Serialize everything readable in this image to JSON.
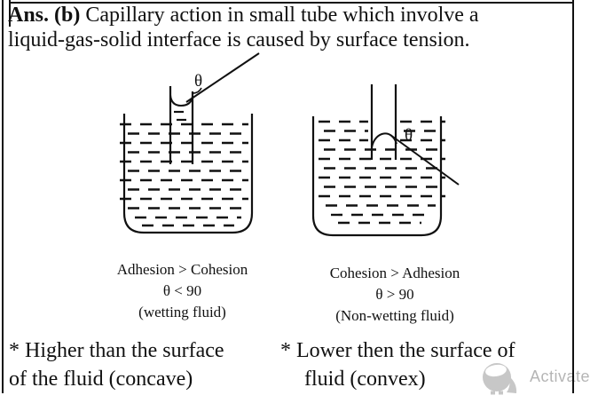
{
  "header": {
    "label": "Ans. (b)",
    "line1": "Capillary action in small tube which involve a",
    "line2": "liquid-gas-solid interface is caused by surface tension."
  },
  "diagram_left": {
    "theta_label": "θ",
    "caption_line1": "Adhesion > Cohesion",
    "caption_line2": "θ < 90",
    "caption_line3": "(wetting fluid)"
  },
  "diagram_right": {
    "theta_label": "θ",
    "caption_line1": "Cohesion > Adhesion",
    "caption_line2": "θ > 90",
    "caption_line3": "(Non-wetting fluid)"
  },
  "notes": {
    "left_line1": "* Higher than the surface",
    "left_line2": "of the fluid (concave)",
    "right_line1": "* Lower then the surface of",
    "right_line2": "fluid (convex)"
  },
  "watermark": {
    "label": "Activate",
    "text_color": "#b5b5b5",
    "logo_color": "#c7c7c7",
    "logo_icon": "activate-watermark-logo"
  },
  "colors": {
    "ink": "#111111",
    "background": "#ffffff"
  }
}
